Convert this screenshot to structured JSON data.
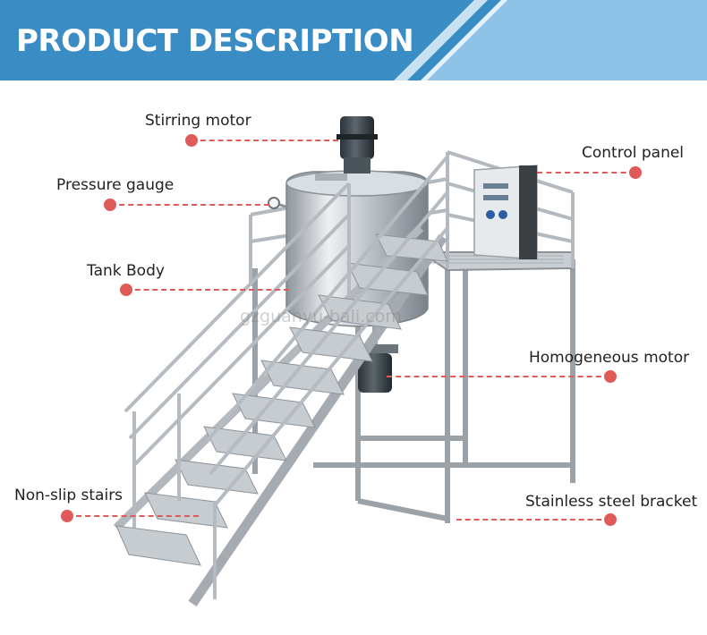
{
  "header": {
    "title": "PRODUCT DESCRIPTION",
    "colors": {
      "banner": "#3a8cc4",
      "stripe_light": "#8ec2e6",
      "stripe_pale": "#c9e2f3"
    }
  },
  "watermark": "gzguanyu-bali.com",
  "accent_color": "#e05a5a",
  "callouts": [
    {
      "id": "stirring-motor",
      "label": "Stirring motor"
    },
    {
      "id": "pressure-gauge",
      "label": "Pressure gauge"
    },
    {
      "id": "tank-body",
      "label": "Tank Body"
    },
    {
      "id": "non-slip-stairs",
      "label": "Non-slip stairs"
    },
    {
      "id": "control-panel",
      "label": "Control panel"
    },
    {
      "id": "homogeneous-motor",
      "label": "Homogeneous motor"
    },
    {
      "id": "stainless-steel-bracket",
      "label": "Stainless steel bracket"
    }
  ]
}
